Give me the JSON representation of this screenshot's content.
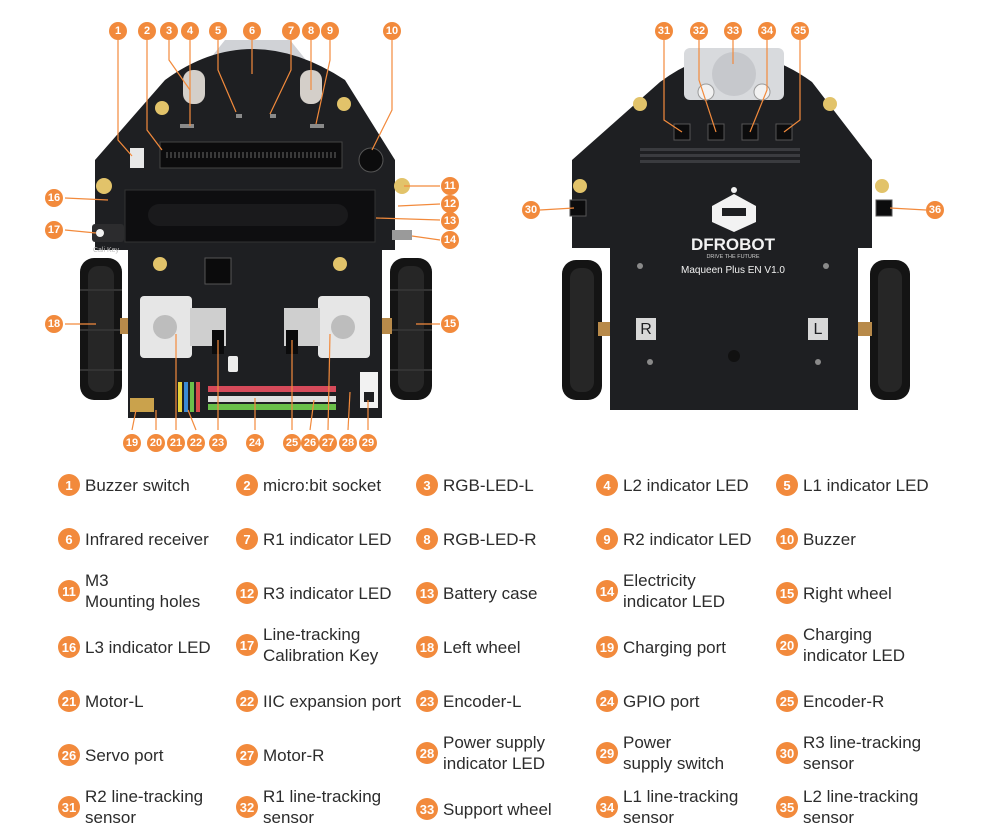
{
  "brand": {
    "logo_text": "DFROBOT",
    "tagline": "DRIVE THE FUTURE",
    "model": "Maqueen Plus EN V1.0"
  },
  "board_labels": {
    "right_mark": "R",
    "left_mark": "L",
    "cali_key": "Cali Key"
  },
  "colors": {
    "accent": "#f28a3c",
    "pcb": "#1e1f22",
    "wheel": "#141414"
  },
  "legend": [
    {
      "num": "1",
      "label": "Buzzer switch"
    },
    {
      "num": "2",
      "label": "micro:bit socket"
    },
    {
      "num": "3",
      "label": "RGB-LED-L"
    },
    {
      "num": "4",
      "label": "L2 indicator LED"
    },
    {
      "num": "5",
      "label": "L1 indicator LED"
    },
    {
      "num": "6",
      "label": "Infrared receiver"
    },
    {
      "num": "7",
      "label": "R1 indicator LED"
    },
    {
      "num": "8",
      "label": "RGB-LED-R"
    },
    {
      "num": "9",
      "label": "R2 indicator LED"
    },
    {
      "num": "10",
      "label": "Buzzer"
    },
    {
      "num": "11",
      "label": "M3\nMounting holes"
    },
    {
      "num": "12",
      "label": "R3 indicator LED"
    },
    {
      "num": "13",
      "label": "Battery case"
    },
    {
      "num": "14",
      "label": "Electricity\nindicator LED"
    },
    {
      "num": "15",
      "label": "Right wheel"
    },
    {
      "num": "16",
      "label": "L3 indicator LED"
    },
    {
      "num": "17",
      "label": "Line-tracking\nCalibration Key"
    },
    {
      "num": "18",
      "label": "Left wheel"
    },
    {
      "num": "19",
      "label": "Charging port"
    },
    {
      "num": "20",
      "label": "Charging\nindicator LED"
    },
    {
      "num": "21",
      "label": "Motor-L"
    },
    {
      "num": "22",
      "label": "IIC expansion port"
    },
    {
      "num": "23",
      "label": "Encoder-L"
    },
    {
      "num": "24",
      "label": "GPIO port"
    },
    {
      "num": "25",
      "label": "Encoder-R"
    },
    {
      "num": "26",
      "label": "Servo port"
    },
    {
      "num": "27",
      "label": "Motor-R"
    },
    {
      "num": "28",
      "label": "Power supply\nindicator LED"
    },
    {
      "num": "29",
      "label": "Power\nsupply switch"
    },
    {
      "num": "30",
      "label": "R3 line-tracking\nsensor"
    },
    {
      "num": "31",
      "label": "R2 line-tracking\nsensor"
    },
    {
      "num": "32",
      "label": "R1 line-tracking\nsensor"
    },
    {
      "num": "33",
      "label": "Support wheel"
    },
    {
      "num": "34",
      "label": "L1 line-tracking\nsensor"
    },
    {
      "num": "35",
      "label": "L2 line-tracking\nsensor"
    }
  ],
  "callouts": {
    "c1": "1",
    "c2": "2",
    "c3": "3",
    "c4": "4",
    "c5": "5",
    "c6": "6",
    "c7": "7",
    "c8": "8",
    "c9": "9",
    "c10": "10",
    "c11": "11",
    "c12": "12",
    "c13": "13",
    "c14": "14",
    "c15": "15",
    "c16": "16",
    "c17": "17",
    "c18": "18",
    "c19": "19",
    "c20": "20",
    "c21": "21",
    "c22": "22",
    "c23": "23",
    "c24": "24",
    "c25": "25",
    "c26": "26",
    "c27": "27",
    "c28": "28",
    "c29": "29",
    "c30": "30",
    "c31": "31",
    "c32": "32",
    "c33": "33",
    "c34": "34",
    "c35": "35",
    "c36": "36"
  }
}
